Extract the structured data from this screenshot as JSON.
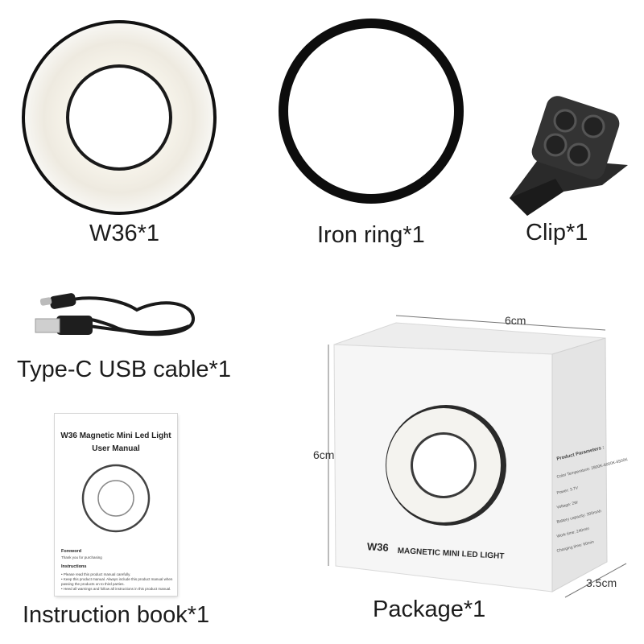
{
  "items": [
    {
      "label": "W36*1"
    },
    {
      "label": "Iron ring*1"
    },
    {
      "label": "Clip*1"
    },
    {
      "label": "Type-C USB cable*1"
    },
    {
      "label": "Instruction book*1"
    },
    {
      "label": "Package*1"
    }
  ],
  "manual": {
    "title_line1": "W36 Magnetic Mini Led Light",
    "title_line2": "User Manual",
    "foreword_heading": "Foreword",
    "foreword_text": "Thank you for purchasing",
    "instructions_heading": "Instructions",
    "instructions_text": [
      "• Please read this product manual carefully.",
      "• Keep this product manual. Always include this product manual when",
      "  passing the products on to third parties.",
      "• Heed all warnings and follow all instructions in this product manual."
    ]
  },
  "package": {
    "model": "W36",
    "name": "MAGNETIC MINI LED LIGHT",
    "params_heading": "Product Parameters :",
    "params": [
      "Color Temperature: 2800K-6000K-6500K",
      "Power: 3.7V",
      "Voltage: 2W",
      "Battery capacity: 300mAh",
      "Work time: 240min",
      "Charging time: 60min"
    ],
    "dim_width": "6cm",
    "dim_height": "6cm",
    "dim_depth": "3.5cm"
  },
  "colors": {
    "ring_glow": "#f3f0e6",
    "ring_body": "#111111",
    "clip": "#2b2b2b",
    "box_front": "#f4f4f4",
    "box_side": "#e6e6e6"
  }
}
